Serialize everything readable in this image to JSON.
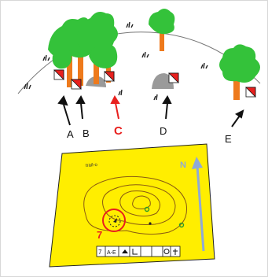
{
  "scene": {
    "kind": "trail-orienteering illustration",
    "colors": {
      "tree": "#34c23a",
      "trunk": "#ee7a1c",
      "rock": "#9a9a9a",
      "map_fill": "#ffee00",
      "contour": "#8a5a12",
      "north_arrow": "#8fa9d6",
      "circle_highlight": "#e8201e",
      "correct_label": "#e8201e",
      "other_labels": "#111111"
    }
  },
  "markers": [
    {
      "label": "A",
      "highlight": false
    },
    {
      "label": "B",
      "highlight": false
    },
    {
      "label": "C",
      "highlight": true
    },
    {
      "label": "D",
      "highlight": false
    },
    {
      "label": "E",
      "highlight": false
    }
  ],
  "map": {
    "title": "trail-o",
    "north_label": "N",
    "control_number": "7",
    "description_cells": [
      "7",
      "A-E",
      "",
      "",
      "",
      "",
      ""
    ]
  }
}
